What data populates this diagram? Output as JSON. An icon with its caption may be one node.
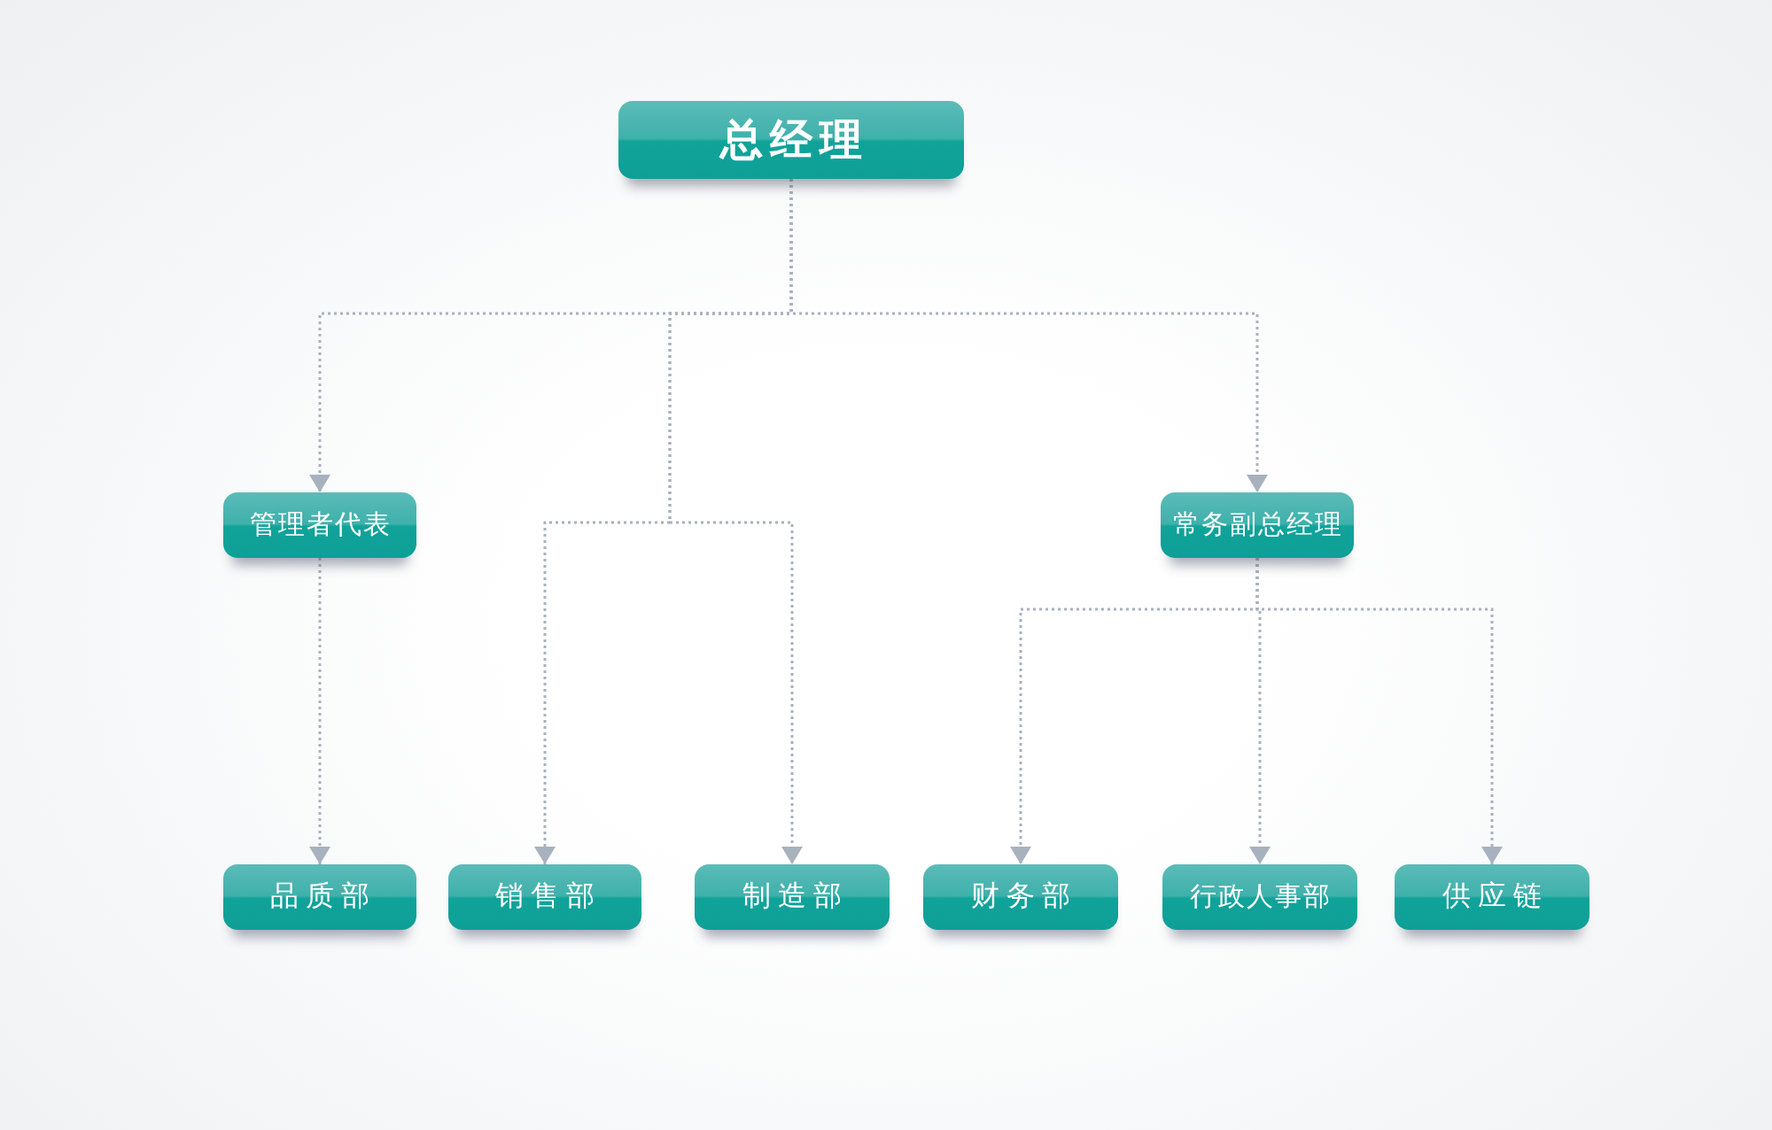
{
  "diagram": {
    "nodes": [
      {
        "text": [
          "总经理"
        ]
      },
      {
        "text": [
          "管理者代表"
        ]
      },
      {
        "text": [
          "常务副总经理"
        ]
      },
      {
        "text": [
          "品质部"
        ]
      },
      {
        "text": [
          "销售部"
        ]
      },
      {
        "text": [
          "制造部"
        ]
      },
      {
        "text": [
          "财务部"
        ]
      },
      {
        "text": [
          "行政人事部"
        ]
      },
      {
        "text": [
          "供应链"
        ]
      }
    ],
    "edges": [
      {
        "from": 0,
        "to": 1,
        "arrow": "to",
        "style": "dashed"
      },
      {
        "from": 0,
        "to": 4,
        "arrow": "to",
        "style": "dashed"
      },
      {
        "from": 0,
        "to": 5,
        "arrow": "to",
        "style": "dashed"
      },
      {
        "from": 0,
        "to": 2,
        "arrow": "to",
        "style": "dashed"
      },
      {
        "from": 1,
        "to": 3,
        "arrow": "to",
        "style": "dashed"
      },
      {
        "from": 2,
        "to": 6,
        "arrow": "to",
        "style": "dashed"
      },
      {
        "from": 2,
        "to": 7,
        "arrow": "to",
        "style": "dashed"
      },
      {
        "from": 2,
        "to": 8,
        "arrow": "to",
        "style": "dashed"
      }
    ]
  }
}
